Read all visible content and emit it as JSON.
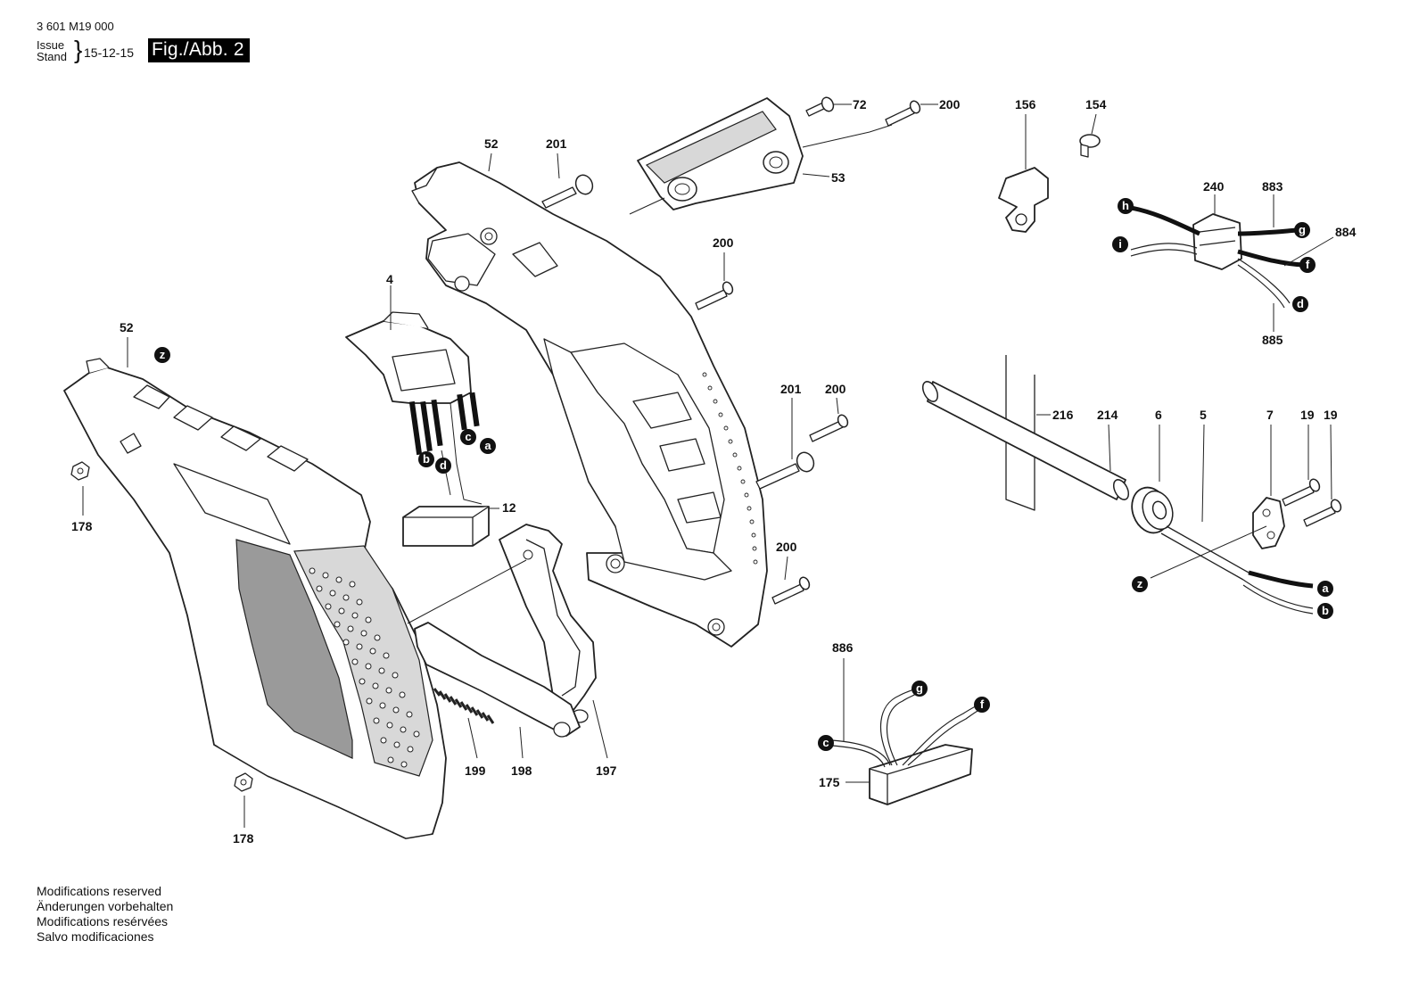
{
  "header": {
    "doc_number": "3 601 M19 000",
    "issue_label_en": "Issue",
    "issue_label_de": "Stand",
    "issue_date": "15-12-15",
    "figure_label": "Fig./Abb. 2"
  },
  "footer": {
    "lines": [
      "Modifications reserved",
      "Änderungen vorbehalten",
      "Modifications resérvées",
      "Salvo modificaciones"
    ]
  },
  "part_numbers": [
    "52",
    "201",
    "72",
    "200",
    "53",
    "156",
    "154",
    "240",
    "883",
    "884",
    "885",
    "200",
    "4",
    "52",
    "178",
    "12",
    "201",
    "200",
    "216",
    "214",
    "6",
    "5",
    "7",
    "19",
    "19",
    "200",
    "886",
    "199",
    "198",
    "197",
    "175",
    "178"
  ],
  "connector_badges": [
    "z",
    "b",
    "d",
    "c",
    "a",
    "h",
    "g",
    "i",
    "f",
    "d",
    "z",
    "a",
    "b",
    "g",
    "f",
    "c"
  ]
}
